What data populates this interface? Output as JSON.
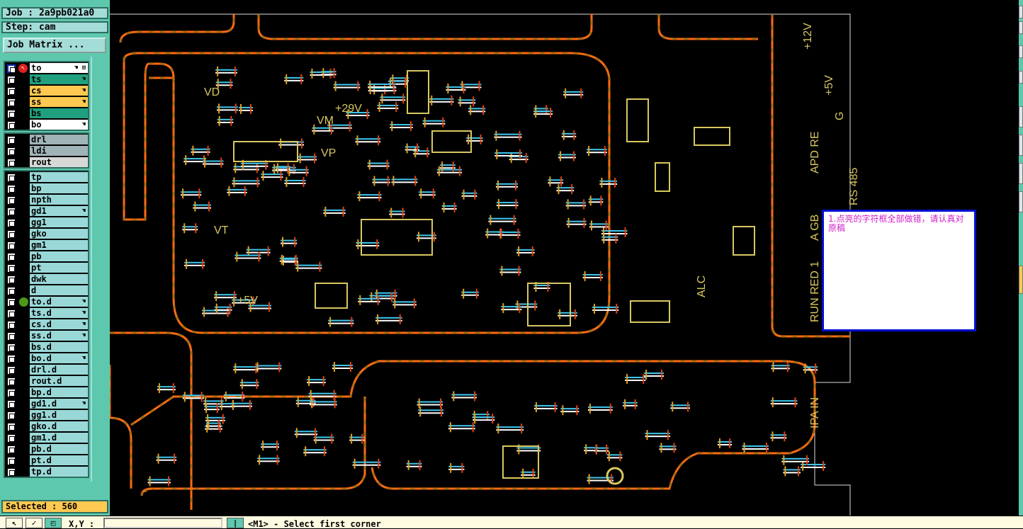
{
  "job": {
    "label": "Job : 2a9pb021a0",
    "step": "Step: cam",
    "matrix_button": "Job Matrix ..."
  },
  "layers_group1": [
    {
      "name": "to",
      "color": "#ffffff",
      "hand": "☚ ⊞",
      "active": true
    },
    {
      "name": "ts",
      "color": "#20a07e",
      "hand": "☚"
    },
    {
      "name": "cs",
      "color": "#ffc850",
      "hand": "☚"
    },
    {
      "name": "ss",
      "color": "#ffc850",
      "hand": "☚"
    },
    {
      "name": "bs",
      "color": "#20a07e",
      "hand": ""
    },
    {
      "name": "bo",
      "color": "#ffffff",
      "hand": "☚"
    }
  ],
  "layers_group2": [
    {
      "name": "drl",
      "color": "#a0b4b8",
      "hand": ""
    },
    {
      "name": "ldi",
      "color": "#a0b4b8",
      "hand": ""
    },
    {
      "name": "rout",
      "color": "#d8d8d8",
      "hand": ""
    }
  ],
  "layers_group3": [
    {
      "name": "tp",
      "hand": ""
    },
    {
      "name": "bp",
      "hand": ""
    },
    {
      "name": "npth",
      "hand": ""
    },
    {
      "name": "gd1",
      "hand": "☚"
    },
    {
      "name": "gg1",
      "hand": ""
    },
    {
      "name": "gko",
      "hand": ""
    },
    {
      "name": "gm1",
      "hand": ""
    },
    {
      "name": "pb",
      "hand": ""
    },
    {
      "name": "pt",
      "hand": ""
    },
    {
      "name": "dwk",
      "hand": ""
    },
    {
      "name": "d",
      "hand": ""
    },
    {
      "name": "to.d",
      "hand": "☚",
      "dot": true
    },
    {
      "name": "ts.d",
      "hand": "☚"
    },
    {
      "name": "cs.d",
      "hand": "☚"
    },
    {
      "name": "ss.d",
      "hand": "☚"
    },
    {
      "name": "bs.d",
      "hand": ""
    },
    {
      "name": "bo.d",
      "hand": "☚"
    },
    {
      "name": "drl.d",
      "hand": ""
    },
    {
      "name": "rout.d",
      "hand": ""
    },
    {
      "name": "bp.d",
      "hand": ""
    },
    {
      "name": "gd1.d",
      "hand": "☚"
    },
    {
      "name": "gg1.d",
      "hand": ""
    },
    {
      "name": "gko.d",
      "hand": ""
    },
    {
      "name": "gm1.d",
      "hand": ""
    },
    {
      "name": "pb.d",
      "hand": ""
    },
    {
      "name": "pt.d",
      "hand": ""
    },
    {
      "name": "tp.d",
      "hand": ""
    }
  ],
  "selected": "Selected : 560",
  "bottom": {
    "xy_label": "X,Y :",
    "xy_value": "",
    "prompt": "<M1> - Select first corner"
  },
  "note": "1.点亮的字符框全部做错，请认真对原稿",
  "board_labels": [
    "VD",
    "+29V",
    "VM",
    "VP",
    "VT",
    "+5V",
    "ALC",
    "+12V",
    "+5V",
    "RS 485",
    "APD RE",
    "A GB",
    "RUN RED 1",
    "IPA IN",
    "G"
  ],
  "colors": {
    "outline": "#ff6a10",
    "silk": "#d8c860",
    "pad": "#3cc8f0",
    "sidebar": "#5ec8ae"
  }
}
